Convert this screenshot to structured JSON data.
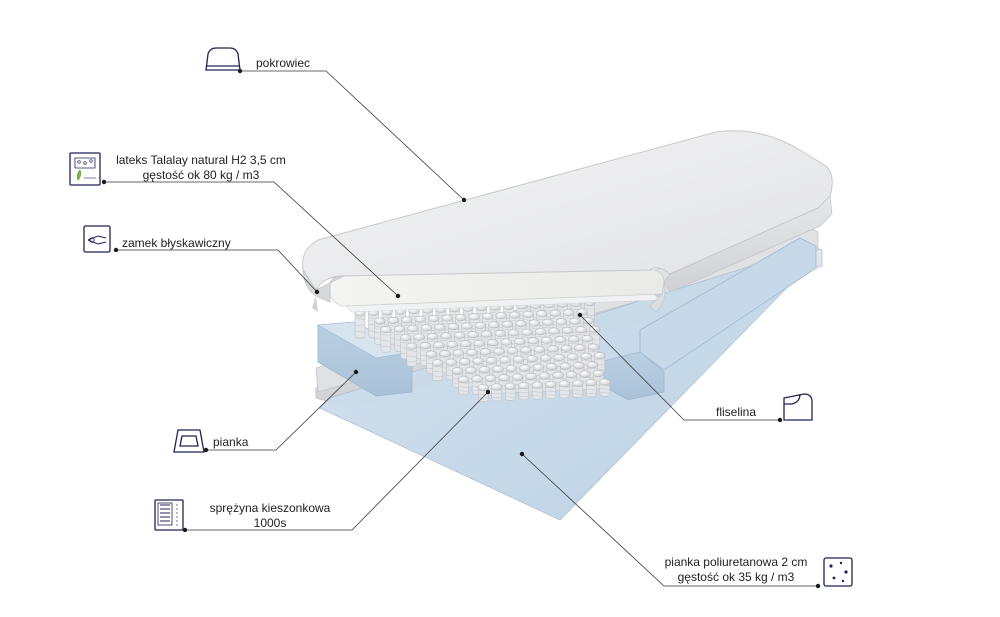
{
  "labels": {
    "cover": "pokrowiec",
    "latex_line1": "lateks Talalay natural H2 3,5 cm",
    "latex_line2": "gęstość ok 80 kg / m3",
    "zipper": "zamek błyskawiczny",
    "fleece": "fliselina",
    "foam": "pianka",
    "spring_line1": "sprężyna kieszonkowa",
    "spring_line2": "1000s",
    "pu_line1": "pianka poliuretanowa 2 cm",
    "pu_line2": "gęstość ok 35 kg / m3"
  },
  "icons": {
    "cover": "mattress-cover-icon",
    "latex": "latex-talalay-icon",
    "zipper": "zipper-icon",
    "fleece": "fleece-sheet-icon",
    "foam": "foam-tray-icon",
    "spring": "pocket-spring-icon",
    "pu": "pu-foam-dots-icon"
  },
  "colors": {
    "icon_stroke": "#1f2355",
    "leader_line": "#333333",
    "cover_fabric": "#eeeeef",
    "foam_blue": "#c6d8e8",
    "latex": "#f2f2f0"
  }
}
